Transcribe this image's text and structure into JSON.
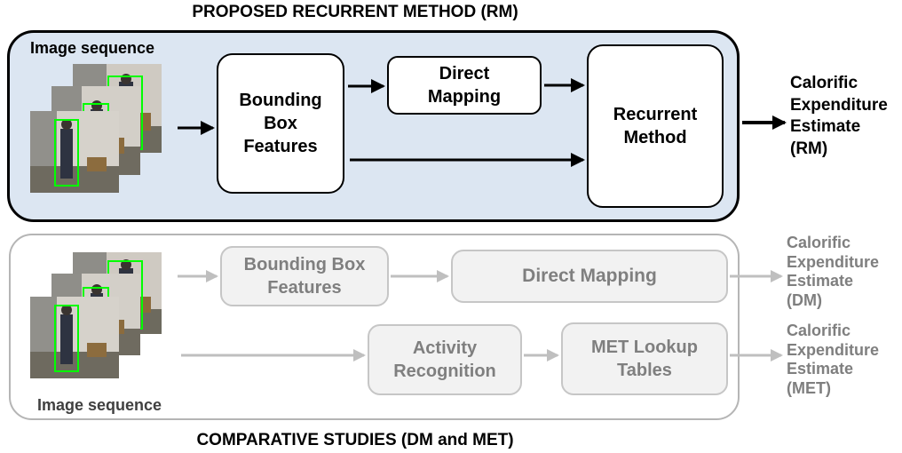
{
  "top_title": "PROPOSED RECURRENT METHOD (RM)",
  "bottom_title": "COMPARATIVE STUDIES (DM and MET)",
  "top_panel": {
    "sequence_label": "Image sequence",
    "bbox_features": [
      "Bounding",
      "Box",
      "Features"
    ],
    "direct_mapping": [
      "Direct",
      "Mapping"
    ],
    "recurrent_method": [
      "Recurrent",
      "Method"
    ],
    "output": [
      "Calorific",
      "Expenditure",
      "Estimate",
      "(RM)"
    ]
  },
  "bottom_panel": {
    "sequence_label": "Image sequence",
    "bbox_features": [
      "Bounding Box",
      "Features"
    ],
    "direct_mapping": "Direct Mapping",
    "activity_recognition": [
      "Activity",
      "Recognition"
    ],
    "met_tables": [
      "MET Lookup",
      "Tables"
    ],
    "output_dm": [
      "Calorific",
      "Expenditure",
      "Estimate",
      "(DM)"
    ],
    "output_met": [
      "Calorific",
      "Expenditure",
      "Estimate",
      "(MET)"
    ]
  },
  "colors": {
    "panel_fill": "#dce6f2",
    "gray_text": "#7f7f7f",
    "gray_box_fill": "#f2f2f2",
    "highlight_box": "#00ff00"
  }
}
